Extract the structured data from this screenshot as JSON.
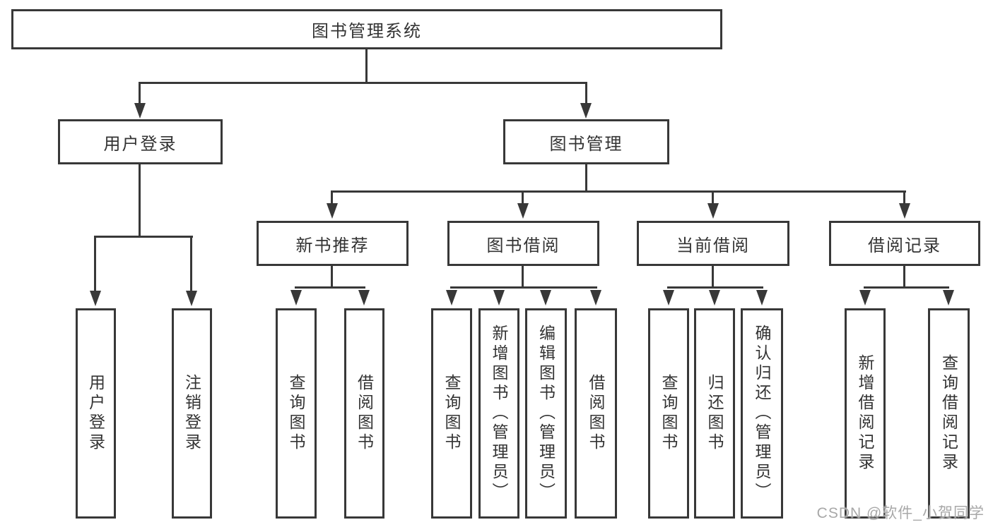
{
  "colors": {
    "line": "#383838",
    "text": "#333333",
    "background": "#ffffff",
    "watermark": "#a8a8a8"
  },
  "watermark": {
    "text": "CSDN @软件_小贺同学"
  },
  "tree": {
    "label": "图书管理系统",
    "children": [
      {
        "label": "用户登录",
        "children": [
          {
            "label": "用户登录"
          },
          {
            "label": "注销登录"
          }
        ]
      },
      {
        "label": "图书管理",
        "children": [
          {
            "label": "新书推荐",
            "children": [
              {
                "label": "查询图书"
              },
              {
                "label": "借阅图书"
              }
            ]
          },
          {
            "label": "图书借阅",
            "children": [
              {
                "label": "查询图书"
              },
              {
                "label": "新增图书（管理员）"
              },
              {
                "label": "编辑图书（管理员）"
              },
              {
                "label": "借阅图书"
              }
            ]
          },
          {
            "label": "当前借阅",
            "children": [
              {
                "label": "查询图书"
              },
              {
                "label": "归还图书"
              },
              {
                "label": "确认归还（管理员）"
              }
            ]
          },
          {
            "label": "借阅记录",
            "children": [
              {
                "label": "新增借阅记录"
              },
              {
                "label": "查询借阅记录"
              }
            ]
          }
        ]
      }
    ]
  }
}
